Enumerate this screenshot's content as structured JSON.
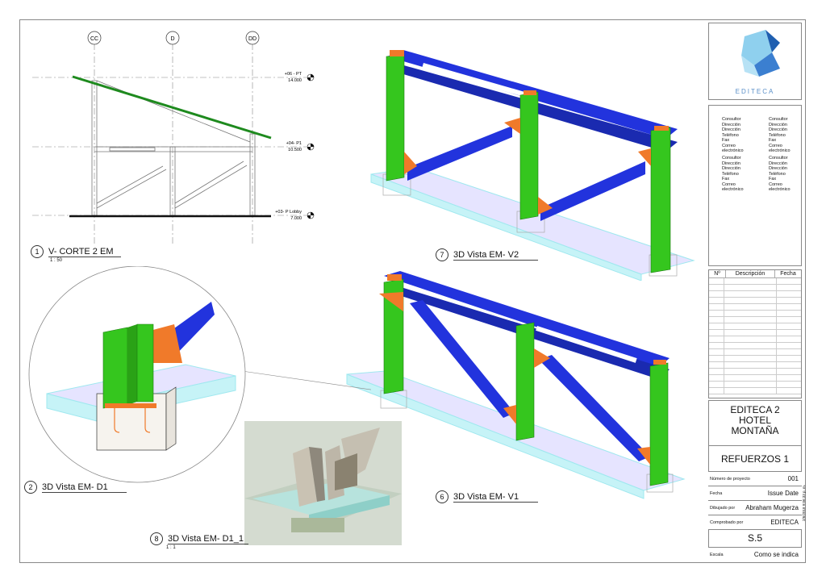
{
  "grid_labels": [
    "CC",
    "D",
    "DD"
  ],
  "levels": [
    {
      "name": "+06 - PT",
      "elev": "14.000"
    },
    {
      "name": "+04- P1",
      "elev": "10.500"
    },
    {
      "name": "+03- P Lobby",
      "elev": "7.000"
    }
  ],
  "views": {
    "v1": {
      "num": "1",
      "title": "V- CORTE 2 EM",
      "scale": "1 : 50"
    },
    "v2": {
      "num": "2",
      "title": "3D Vista EM- D1"
    },
    "v6": {
      "num": "6",
      "title": "3D Vista EM- V1"
    },
    "v7": {
      "num": "7",
      "title": "3D Vista EM- V2"
    },
    "v8": {
      "num": "8",
      "title": "3D Vista EM- D1_1",
      "scale": "1 : 1"
    }
  },
  "titleblock": {
    "logo_text": "EDITECA",
    "contacts": [
      [
        "Consultor",
        "Dirección",
        "Dirección",
        "Teléfono",
        "Fax",
        "Correo",
        "electrónico"
      ],
      [
        "Consultor",
        "Dirección",
        "Dirección",
        "Teléfono",
        "Fax",
        "Correo",
        "electrónico"
      ],
      [
        "Consultor",
        "Dirección",
        "Dirección",
        "Teléfono",
        "Fax",
        "Correo",
        "electrónico"
      ],
      [
        "Consultor",
        "Dirección",
        "Dirección",
        "Teléfono",
        "Fax",
        "Correo",
        "electrónico"
      ]
    ],
    "rev_headers": {
      "no": "Nº",
      "desc": "Descripción",
      "date": "Fecha"
    },
    "project_lines": [
      "EDITECA 2",
      "HOTEL",
      "MONTAÑA"
    ],
    "sheet_name": "REFUERZOS 1",
    "fields": [
      {
        "label": "Número de proyecto",
        "value": "001"
      },
      {
        "label": "Fecha",
        "value": "Issue Date"
      },
      {
        "label": "Dibujado por",
        "value": "Abraham Mugerza"
      },
      {
        "label": "Comprobado por",
        "value": "EDITECA"
      }
    ],
    "sheet_number": "S.5",
    "scale_label": "Escala",
    "scale_value": "Como se indica",
    "timestamp": "2/6/2018 9:06:33 p. m."
  },
  "colors": {
    "column": "#35c61e",
    "beam": "#2233dd",
    "plate": "#f07a2a",
    "roof": "#1e8a1e",
    "slab": "#9fe8ef"
  }
}
